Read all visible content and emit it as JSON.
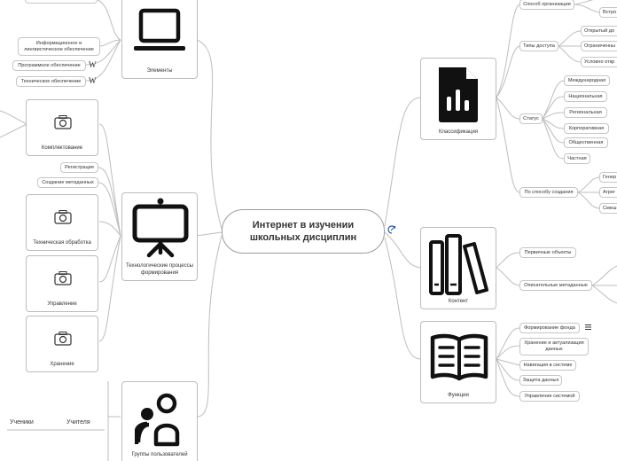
{
  "central": {
    "title_line1": "Интернет в изучении",
    "title_line2": "школьных дисциплин"
  },
  "cards": {
    "elements": "Элементы",
    "classification": "Классификация",
    "technology": "Технологические процессы формирования",
    "content": "Контент",
    "functions": "Функции",
    "user_groups": "Группы пользователей"
  },
  "elements_children": [
    "Информационное и лингвистическое обеспечение",
    "Программное обеспечение",
    "Техническое обеспечение"
  ],
  "tech_children": {
    "staffing": "Комплектование",
    "registration": "Регистрация",
    "metadata": "Создание метаданных",
    "processing": "Техническая обработка",
    "management": "Управление",
    "storage": "Хранение"
  },
  "classification_children": {
    "organization": "Способ организации",
    "access_types": "Типы доступа",
    "access_items": [
      "Открытый до",
      "Ограниченны",
      "Условно откр"
    ],
    "builtin": "Встро",
    "status": "Статус",
    "status_items": [
      "Международная",
      "Национальная",
      "Региональная",
      "Корпоративная",
      "Общественная",
      "Частная"
    ],
    "creation": "По способу создания",
    "creation_items": [
      "Генер",
      "Агрег",
      "Смеш"
    ]
  },
  "content_children": [
    "Первичные объекты",
    "Описательные метаданные"
  ],
  "functions_children": [
    "Формирование фонда",
    "Хранение и актуализация данных",
    "Навигация в системе",
    "Защита данных",
    "Управление системой"
  ],
  "user_group_labels": [
    "Ученики",
    "Учителя"
  ],
  "icons": {
    "elements": "laptop-icon",
    "classification": "chart-document-icon",
    "technology": "presentation-board-icon",
    "content": "books-icon",
    "functions": "open-book-icon",
    "user_groups": "users-icon",
    "image_placeholder": "camera-icon",
    "wikipedia": "wikipedia-icon",
    "notes": "notes-icon",
    "link": "link-icon"
  },
  "wiki_glyph": "W",
  "colors": {
    "line": "#bdbdbd",
    "border": "#c6c6c6",
    "icon": "#111111",
    "link": "#2b5aa8"
  }
}
